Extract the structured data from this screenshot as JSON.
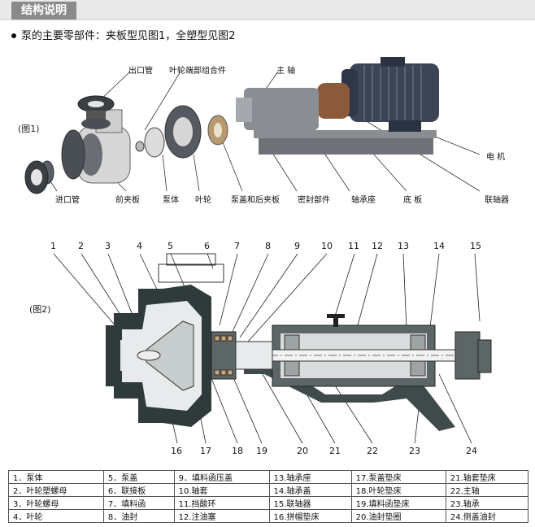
{
  "header": {
    "title": "结构说明"
  },
  "subtitle": "泵的主要零部件：夹板型见图1，全塑型见图2",
  "fig1": {
    "label": "(图1)",
    "labels": {
      "outlet_pipe": "出口管",
      "impeller_end_assembly": "叶轮端部组合件",
      "main_shaft": "主  轴",
      "motor": "电  机",
      "inlet_pipe": "进口管",
      "front_clamp": "前夹板",
      "pump_body": "泵体",
      "impeller": "叶轮",
      "cover_rear_clamp": "泵盖和后夹板",
      "seal_parts": "密封部件",
      "bearing_seat": "轴承座",
      "base_plate": "底  板",
      "coupling": "联轴器"
    }
  },
  "fig2": {
    "label": "(图2)",
    "numbers_top": [
      "1",
      "2",
      "3",
      "4",
      "5",
      "6",
      "7",
      "8",
      "9",
      "10",
      "11",
      "12",
      "13",
      "14",
      "15"
    ],
    "numbers_bottom": [
      "16",
      "17",
      "18",
      "19",
      "20",
      "21",
      "22",
      "23",
      "24"
    ]
  },
  "legend": [
    [
      "1．泵体",
      "5．泵盖",
      "9．填料函压盖",
      "13.轴承座",
      "17.泵盖垫床",
      "21.轴套垫床"
    ],
    [
      "2．叶轮塑螺母",
      "6．联接板",
      "10.轴套",
      "14.轴承盖",
      "18.叶轮垫床",
      "22.主轴"
    ],
    [
      "3．叶轮螺母",
      "7．填料函",
      "11.挡酸环",
      "15.联轴器",
      "19.填料函垫床",
      "23.轴承"
    ],
    [
      "4．叶轮",
      "8．油封",
      "12.注油塞",
      "16.拼帽垫床",
      "20.油封垫圈",
      "24.侧盖油封"
    ]
  ]
}
